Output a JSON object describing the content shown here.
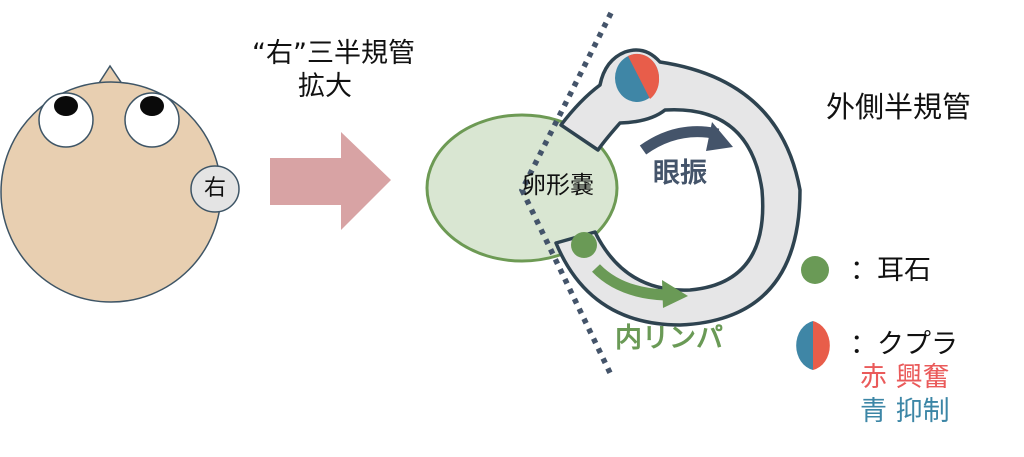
{
  "colors": {
    "skin": "#e8cfb1",
    "outline": "#3e5566",
    "eye_white": "#ffffff",
    "pupil": "#0a0a0a",
    "ear_fill": "#e4e4e4",
    "big_arrow": "#d8a3a4",
    "utricle_fill": "#d9e6d2",
    "utricle_stroke": "#6d9a54",
    "canal_fill": "#e6e6e7",
    "canal_stroke": "#2e4350",
    "dotted_line": "#44546a",
    "nystagmus": "#44546a",
    "otolith": "#6a9a56",
    "cupula_red": "#e85d4a",
    "cupula_blue": "#3f86a6",
    "red_text": "#ea5a5a",
    "blue_text": "#3c86a6"
  },
  "head": {
    "ear_label": "右"
  },
  "zoom_caption": {
    "line1": "“右”三半規管",
    "line2": "拡大"
  },
  "diagram": {
    "utricle_label": "卵形嚢",
    "nystagmus_label": "眼振",
    "endolymph_label": "内リンパ",
    "canal_title": "外側半規管"
  },
  "legend": {
    "otolith_label": "：耳石",
    "cupula_label": "：クプラ",
    "red_line": "赤 興奮",
    "blue_line": "青 抑制"
  }
}
